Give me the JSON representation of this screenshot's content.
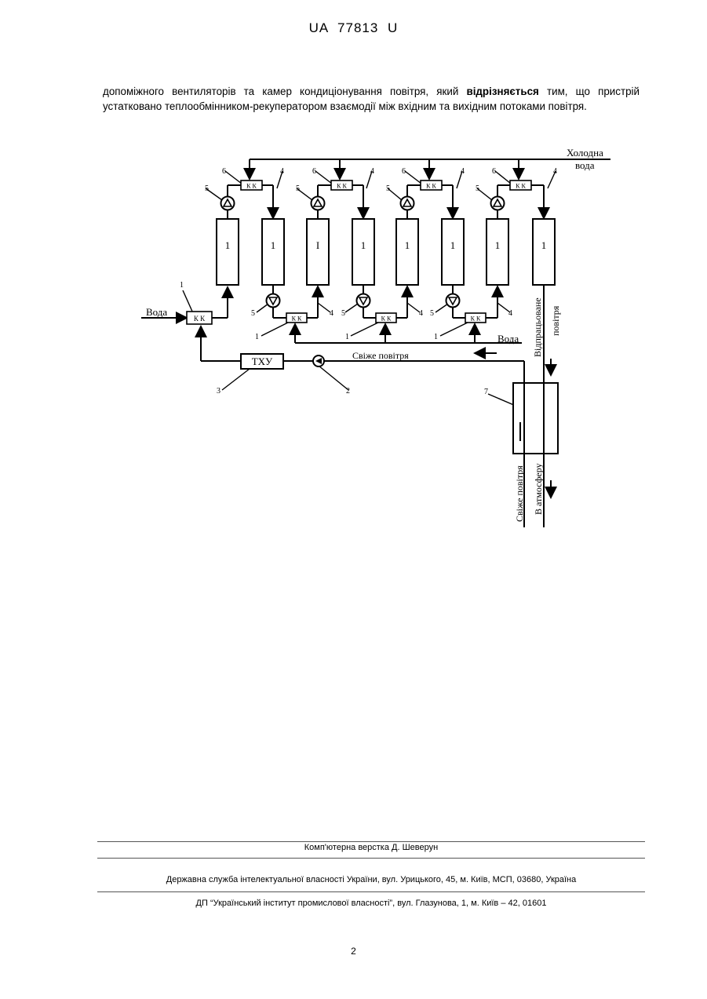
{
  "header": {
    "doc_number": "UA   77813   U"
  },
  "claim": {
    "part1": "допоміжного вентиляторів та камер кондиціонування повітря, який ",
    "bold": "відрізняється",
    "part2": " тим, що пристрій устатковано теплообмінником-рекуператором взаємодії між вхідним та вихідним потоками повітря."
  },
  "diagram": {
    "cold_water_line1": "Холодна",
    "cold_water_line2": "вода",
    "water_left": "Вода",
    "water_right": "Вода",
    "fresh_air": "Свіже повітря",
    "exhaust_air_line1": "Відпрацьоване",
    "exhaust_air_line2": "повітря",
    "fresh_air_vertical": "Свіже повітря",
    "to_atmosphere": "В атмосферу",
    "thu": "ТХУ",
    "kk": "К К",
    "chamber_labels": [
      "1",
      "1",
      "I",
      "1",
      "1",
      "1",
      "1",
      "1"
    ],
    "num_1": "1",
    "num_2": "2",
    "num_3": "3",
    "num_4": "4",
    "num_5": "5",
    "num_6": "6",
    "num_7": "7"
  },
  "footer": {
    "layout": "Комп'ютерна верстка Д. Шеверун",
    "agency": "Державна служба інтелектуальної власності України, вул. Урицького, 45, м. Київ, МСП, 03680, Україна",
    "institute": "ДП “Український інститут промислової власності”, вул. Глазунова, 1, м. Київ – 42, 01601"
  },
  "page_number": "2"
}
